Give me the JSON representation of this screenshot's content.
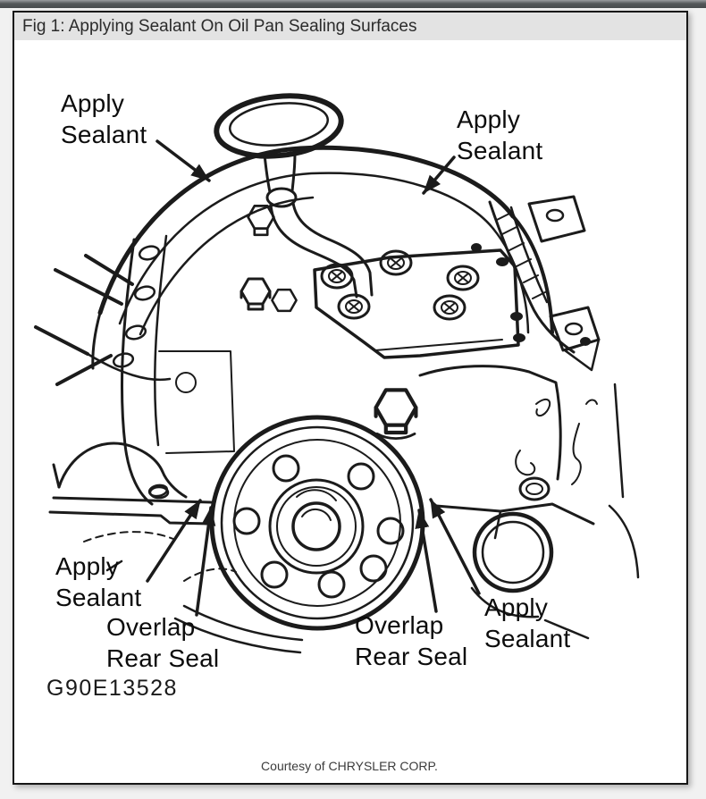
{
  "page": {
    "title_bar": "Fig 1: Applying Sealant On Oil Pan Sealing Surfaces",
    "figure_id": "G90E13528",
    "credit": "Courtesy of CHRYSLER CORP."
  },
  "callouts": {
    "top_left": "Apply\nSealant",
    "top_right": "Apply\nSealant",
    "bottom_left": "Apply\nSealant",
    "overlap_left": "Overlap\nRear Seal",
    "overlap_right": "Overlap\nRear Seal",
    "bottom_right": "Apply\nSealant"
  },
  "colors": {
    "line": "#1b1b1b",
    "title_bar_bg": "#e3e3e3",
    "window_bg": "#ffffff",
    "page_bg": "#f1f1f1",
    "top_bar": "#54585a"
  }
}
